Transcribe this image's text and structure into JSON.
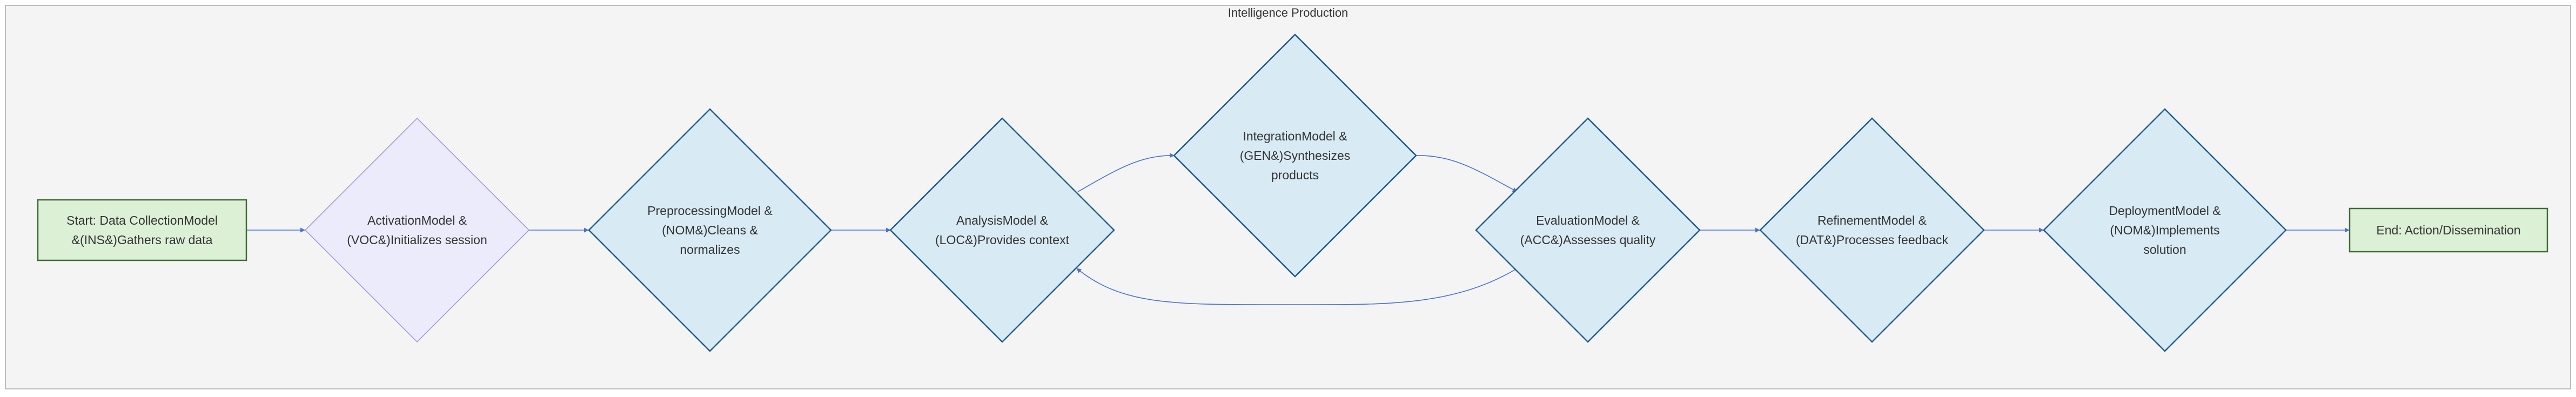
{
  "diagram": {
    "title": "Intelligence Production",
    "nodes": {
      "start": {
        "shape": "rect",
        "lines": [
          "Start: Data CollectionModel",
          "&(INS&)Gathers raw data"
        ]
      },
      "activation": {
        "shape": "diamond",
        "lines": [
          "ActivationModel &",
          "(VOC&)Initializes session"
        ]
      },
      "preprocessing": {
        "shape": "diamond",
        "lines": [
          "PreprocessingModel &",
          "(NOM&)Cleans &",
          "normalizes"
        ]
      },
      "analysis": {
        "shape": "diamond",
        "lines": [
          "AnalysisModel &",
          "(LOC&)Provides context"
        ]
      },
      "integration": {
        "shape": "diamond",
        "lines": [
          "IntegrationModel &",
          "(GEN&)Synthesizes",
          "products"
        ]
      },
      "evaluation": {
        "shape": "diamond",
        "lines": [
          "EvaluationModel &",
          "(ACC&)Assesses quality"
        ]
      },
      "refinement": {
        "shape": "diamond",
        "lines": [
          "RefinementModel &",
          "(DAT&)Processes feedback"
        ]
      },
      "deployment": {
        "shape": "diamond",
        "lines": [
          "DeploymentModel &",
          "(NOM&)Implements",
          "solution"
        ]
      },
      "end": {
        "shape": "rect",
        "lines": [
          "End: Action/Dissemination"
        ]
      }
    },
    "edges": [
      {
        "from": "start",
        "to": "activation"
      },
      {
        "from": "activation",
        "to": "preprocessing"
      },
      {
        "from": "preprocessing",
        "to": "analysis"
      },
      {
        "from": "analysis",
        "to": "integration"
      },
      {
        "from": "integration",
        "to": "evaluation"
      },
      {
        "from": "evaluation",
        "to": "analysis"
      },
      {
        "from": "evaluation",
        "to": "refinement"
      },
      {
        "from": "refinement",
        "to": "deployment"
      },
      {
        "from": "deployment",
        "to": "end"
      }
    ]
  },
  "colors": {
    "cluster_fill": "#f4f4f4",
    "cluster_stroke": "#aaaaaa",
    "terminal_fill": "#dcf0d6",
    "terminal_stroke": "#3f6b35",
    "activation_fill": "#ebebfb",
    "activation_stroke": "#9d91d8",
    "model_fill": "#d8ebf4",
    "model_stroke": "#1d5a8a",
    "edge": "#4a6fdc"
  }
}
